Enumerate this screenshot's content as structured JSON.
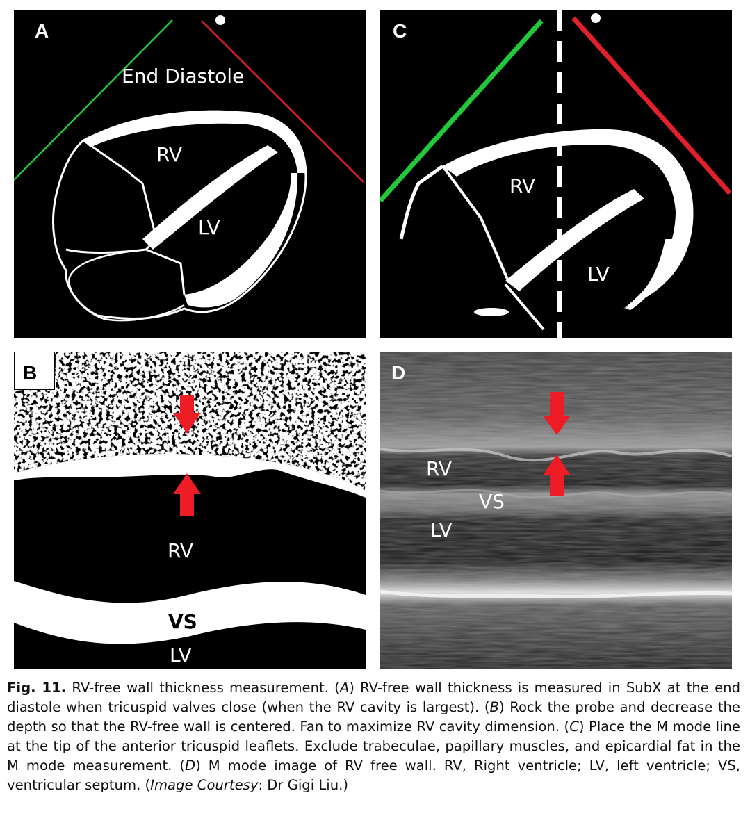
{
  "figure": {
    "panels": {
      "A": {
        "letter": "A",
        "phase_label": "End Diastole",
        "rv_label": "RV",
        "lv_label": "LV"
      },
      "B": {
        "letter": "B",
        "rv_label": "RV",
        "vs_label": "VS",
        "lv_label": "LV"
      },
      "C": {
        "letter": "C",
        "rv_label": "RV",
        "lv_label": "LV"
      },
      "D": {
        "letter": "D",
        "rv_label": "RV",
        "vs_label": "VS",
        "lv_label": "LV"
      }
    },
    "colors": {
      "green_line": "#22c83a",
      "red_line": "#e0202a",
      "arrow_red": "#ee1c24"
    }
  },
  "caption": {
    "figure_label": "Fig. 11.",
    "title": " RV-free wall thickness measurement. (",
    "a_letter": "A",
    "a_text": ") RV-free wall thickness is measured in SubX at the end diastole when tricuspid valves close (when the RV cavity is largest). (",
    "b_letter": "B",
    "b_text": ") Rock the probe and decrease the depth so that the RV-free wall is centered. Fan to maximize RV cavity dimension. (",
    "c_letter": "C",
    "c_text": ") Place the M mode line at the tip of the anterior tricuspid leaflets. Exclude trabeculae, papillary muscles, and epicardial fat in the M mode measurement. (",
    "d_letter": "D",
    "d_text": ") M mode image of RV free wall. RV, Right ventricle; LV, left ventricle; VS, ventricular septum. (",
    "courtesy_italic": "Image Courtesy",
    "courtesy_text": ": Dr Gigi Liu.)"
  }
}
